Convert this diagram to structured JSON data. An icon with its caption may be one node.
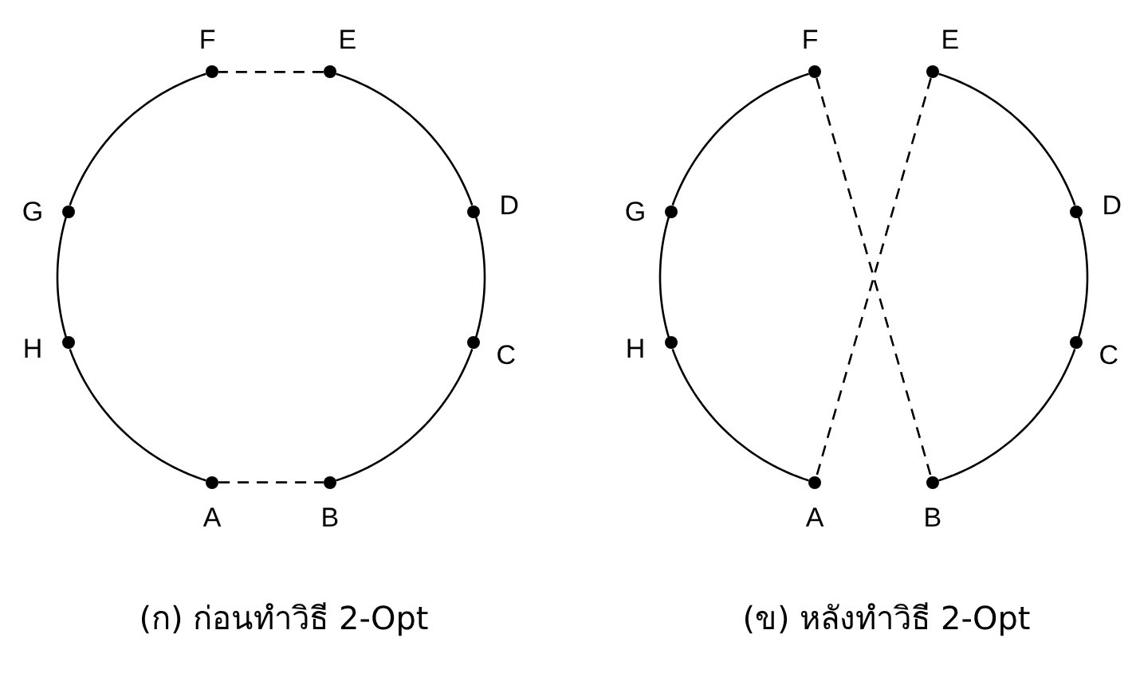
{
  "diagram": {
    "nodes": [
      {
        "text": [
          "F"
        ]
      },
      {
        "text": [
          "E"
        ]
      },
      {
        "text": [
          "G"
        ]
      },
      {
        "text": [
          "D"
        ]
      },
      {
        "text": [
          "H"
        ]
      },
      {
        "text": [
          "C"
        ]
      },
      {
        "text": [
          "A"
        ]
      },
      {
        "text": [
          "B"
        ]
      },
      {
        "text": [
          "F"
        ]
      },
      {
        "text": [
          "E"
        ]
      },
      {
        "text": [
          "G"
        ]
      },
      {
        "text": [
          "D"
        ]
      },
      {
        "text": [
          "H"
        ]
      },
      {
        "text": [
          "C"
        ]
      },
      {
        "text": [
          "A"
        ]
      },
      {
        "text": [
          "B"
        ]
      }
    ],
    "edges": [
      {
        "from": 6,
        "to": 7,
        "arrow": "none",
        "style": "dashed"
      },
      {
        "from": 7,
        "to": 5,
        "arrow": "none"
      },
      {
        "from": 5,
        "to": 3,
        "arrow": "none"
      },
      {
        "from": 3,
        "to": 1,
        "arrow": "none"
      },
      {
        "from": 1,
        "to": 0,
        "arrow": "none",
        "style": "dashed"
      },
      {
        "from": 0,
        "to": 2,
        "arrow": "none"
      },
      {
        "from": 2,
        "to": 4,
        "arrow": "none"
      },
      {
        "from": 4,
        "to": 6,
        "arrow": "none"
      },
      {
        "from": 15,
        "to": 13,
        "arrow": "none"
      },
      {
        "from": 13,
        "to": 11,
        "arrow": "none"
      },
      {
        "from": 11,
        "to": 9,
        "arrow": "none"
      },
      {
        "from": 9,
        "to": 14,
        "arrow": "none",
        "style": "dashed"
      },
      {
        "from": 8,
        "to": 15,
        "arrow": "none",
        "style": "dashed"
      },
      {
        "from": 8,
        "to": 10,
        "arrow": "none"
      },
      {
        "from": 10,
        "to": 12,
        "arrow": "none"
      },
      {
        "from": 12,
        "to": 14,
        "arrow": "none"
      }
    ],
    "labels": [
      "(ก) ก่อนทำวิธี 2-Opt",
      "(ข) หลังทำวิธี 2-Opt"
    ]
  }
}
